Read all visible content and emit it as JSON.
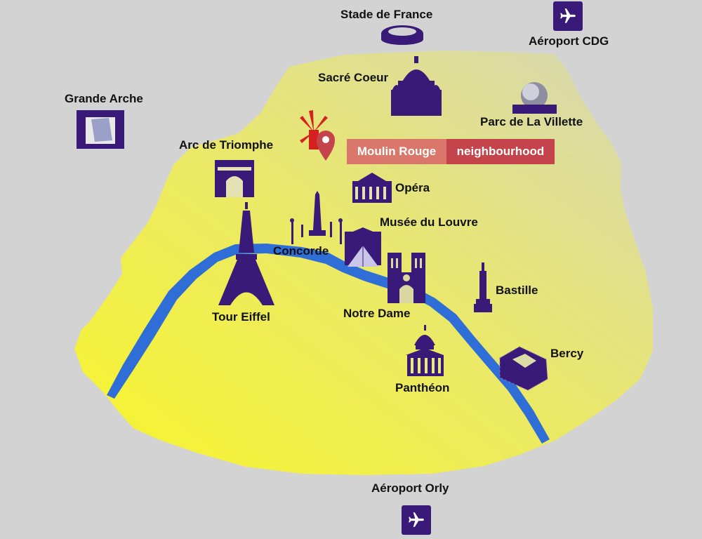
{
  "colors": {
    "background": "#d3d3d3",
    "paris_gradient_start": "#f7f52a",
    "paris_gradient_end": "#dcdca6",
    "river": "#2f6ed6",
    "monument": "#3a1a78",
    "highlight": "#c5434a",
    "highlight_light": "#d8776a"
  },
  "labels": {
    "stade": "Stade de France",
    "cdg": "Aéroport CDG",
    "sacre": "Sacré Coeur",
    "grande_arche": "Grande Arche",
    "villette": "Parc de La Villette",
    "arc": "Arc de Triomphe",
    "opera": "Opéra",
    "louvre": "Musée du Louvre",
    "concorde": "Concorde",
    "eiffel": "Tour Eiffel",
    "notre_dame": "Notre Dame",
    "bastille": "Bastille",
    "bercy": "Bercy",
    "pantheon": "Panthéon",
    "orly": "Aéroport Orly"
  },
  "banner": {
    "part1": "Moulin Rouge",
    "part2": "neighbourhood"
  },
  "icons": {
    "airport": "airplane-icon",
    "marker": "location-pin-icon",
    "windmill": "windmill-icon"
  }
}
